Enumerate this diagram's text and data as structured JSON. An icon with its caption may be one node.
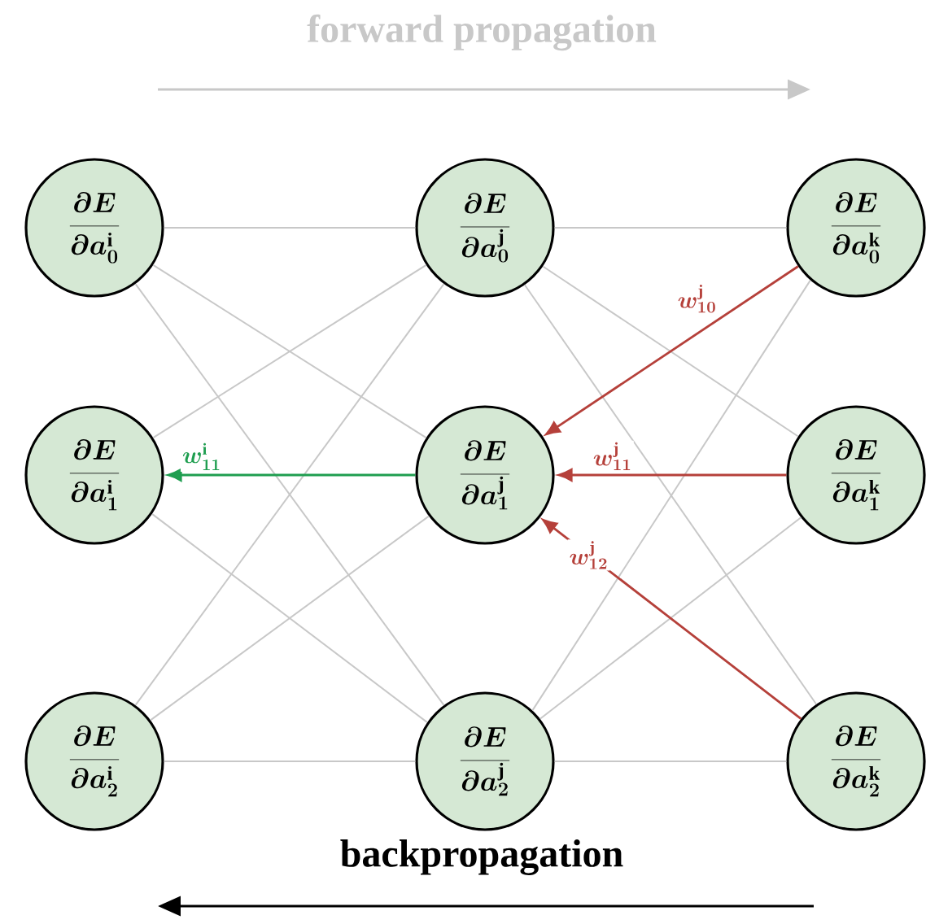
{
  "diagram": {
    "nodes": [
      {
        "text": [
          "\\frac{\\partial E}{\\partial a_{0}^{\\mathrm{i}}}"
        ]
      },
      {
        "text": [
          "\\frac{\\partial E}{\\partial a_{1}^{\\mathrm{i}}}"
        ]
      },
      {
        "text": [
          "\\frac{\\partial E}{\\partial a_{2}^{\\mathrm{i}}}"
        ]
      },
      {
        "text": [
          "\\frac{\\partial E}{\\partial a_{0}^{\\mathrm{j}}}"
        ]
      },
      {
        "text": [
          "\\frac{\\partial E}{\\partial a_{1}^{\\mathrm{j}}}"
        ]
      },
      {
        "text": [
          "\\frac{\\partial E}{\\partial a_{2}^{\\mathrm{j}}}"
        ]
      },
      {
        "text": [
          "\\frac{\\partial E}{\\partial a_{0}^{\\mathrm{k}}}"
        ]
      },
      {
        "text": [
          "\\frac{\\partial E}{\\partial a_{1}^{\\mathrm{k}}}"
        ]
      },
      {
        "text": [
          "\\frac{\\partial E}{\\partial a_{2}^{\\mathrm{k}}}"
        ]
      }
    ],
    "edges": [
      {
        "from": 0,
        "to": 3,
        "arrow": "none"
      },
      {
        "from": 0,
        "to": 4,
        "arrow": "none"
      },
      {
        "from": 0,
        "to": 5,
        "arrow": "none"
      },
      {
        "from": 1,
        "to": 3,
        "arrow": "none"
      },
      {
        "from": 1,
        "to": 5,
        "arrow": "none"
      },
      {
        "from": 2,
        "to": 3,
        "arrow": "none"
      },
      {
        "from": 2,
        "to": 4,
        "arrow": "none"
      },
      {
        "from": 2,
        "to": 5,
        "arrow": "none"
      },
      {
        "from": 3,
        "to": 6,
        "arrow": "none"
      },
      {
        "from": 3,
        "to": 7,
        "arrow": "none"
      },
      {
        "from": 3,
        "to": 8,
        "arrow": "none"
      },
      {
        "from": 5,
        "to": 6,
        "arrow": "none"
      },
      {
        "from": 5,
        "to": 7,
        "arrow": "none"
      },
      {
        "from": 5,
        "to": 8,
        "arrow": "none"
      },
      {
        "from": 4,
        "to": 1,
        "arrow": "to",
        "label": "w^{\\mathrm{i}}_{11}",
        "color": "#1f9e50"
      },
      {
        "from": 6,
        "to": 4,
        "arrow": "to",
        "label": "w^{\\mathrm{j}}_{10}",
        "color": "#b5403a"
      },
      {
        "from": 7,
        "to": 4,
        "arrow": "to",
        "label": "w^{\\mathrm{j}}_{11}",
        "color": "#b5403a"
      },
      {
        "from": 8,
        "to": 4,
        "arrow": "to",
        "label": "w^{\\mathrm{j}}_{12}",
        "color": "#b5403a"
      }
    ],
    "labels": [
      "forward propagation",
      "backpropagation"
    ]
  }
}
